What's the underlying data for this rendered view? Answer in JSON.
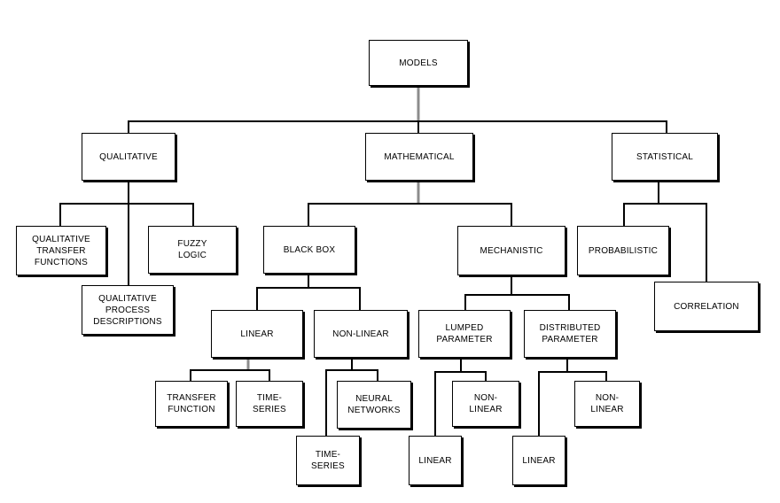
{
  "diagram": {
    "nodes": {
      "models": "MODELS",
      "qualitative": "QUALITATIVE",
      "mathematical": "MATHEMATICAL",
      "statistical": "STATISTICAL",
      "qualitative_transfer_functions": "QUALITATIVE\nTRANSFER\nFUNCTIONS",
      "qualitative_process_descriptions": "QUALITATIVE\nPROCESS\nDESCRIPTIONS",
      "fuzzy_logic": "FUZZY\nLOGIC",
      "black_box": "BLACK BOX",
      "mechanistic": "MECHANISTIC",
      "probabilistic": "PROBABILISTIC",
      "correlation": "CORRELATION",
      "linear": "LINEAR",
      "non_linear": "NON-LINEAR",
      "lumped_parameter": "LUMPED\nPARAMETER",
      "distributed_parameter": "DISTRIBUTED\nPARAMETER",
      "transfer_function": "TRANSFER\nFUNCTION",
      "time_series_linear": "TIME-\nSERIES",
      "neural_networks": "NEURAL\nNETWORKS",
      "time_series_nonlinear": "TIME-\nSERIES",
      "lumped_linear": "LINEAR",
      "lumped_non_linear": "NON-\nLINEAR",
      "distributed_linear": "LINEAR",
      "distributed_non_linear": "NON-\nLINEAR"
    },
    "colors": {
      "line": "#000000",
      "trunk": "#8c8c8c",
      "box_border": "#000000",
      "background": "#ffffff"
    }
  }
}
